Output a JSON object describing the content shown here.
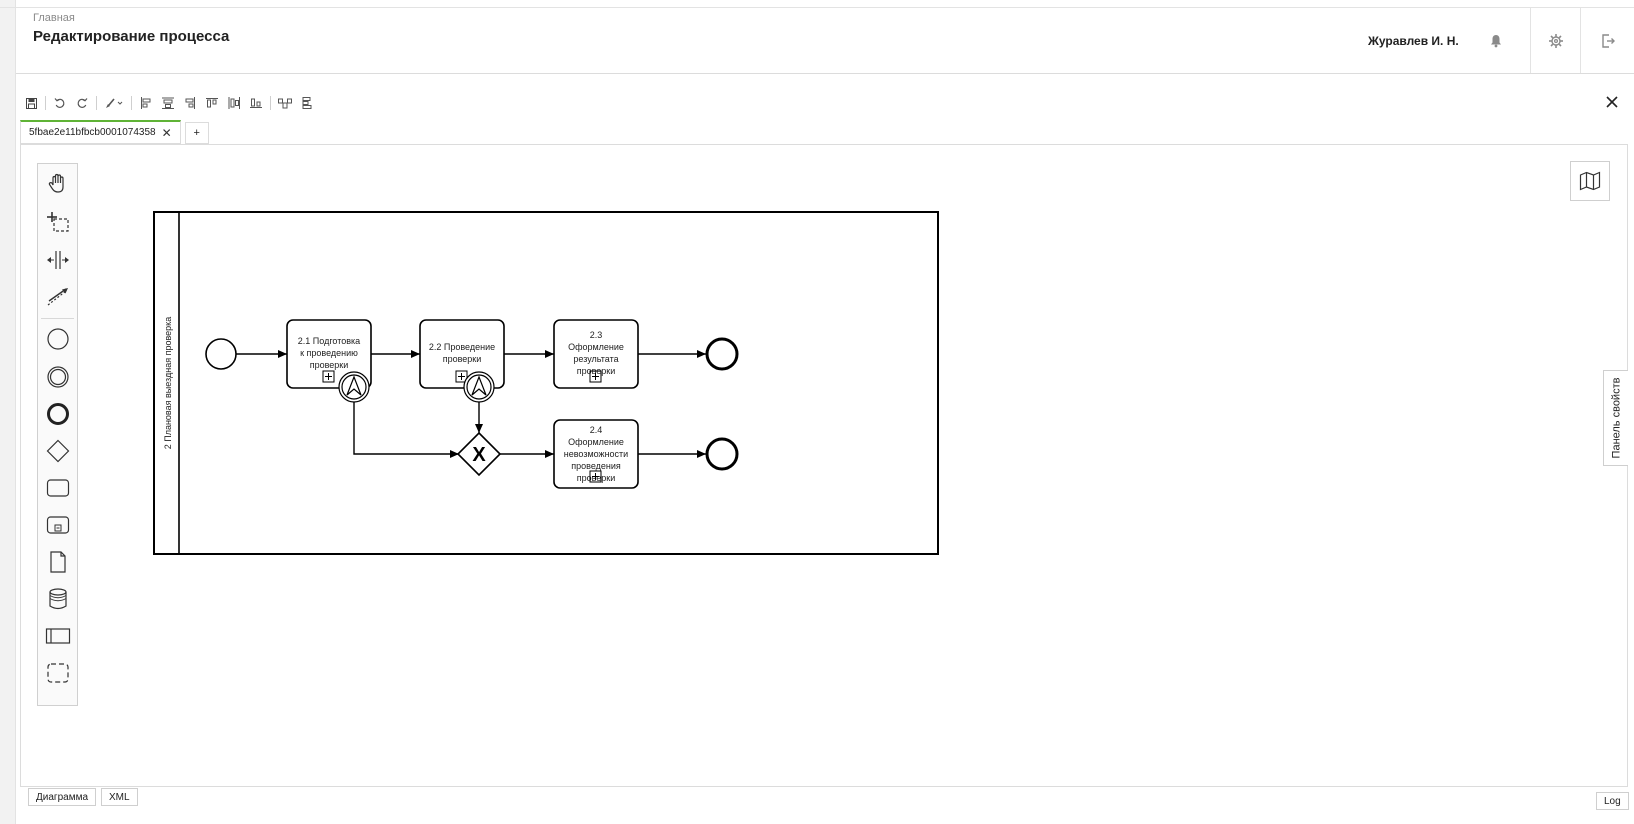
{
  "header": {
    "breadcrumb": "Главная",
    "title": "Редактирование процесса",
    "user_name": "Журавлев И. Н."
  },
  "toolbar": {
    "buttons": [
      "save-icon",
      "undo-icon",
      "redo-icon",
      "brush-icon",
      "align-left-icon",
      "align-center-icon",
      "align-right-icon",
      "align-top-icon",
      "align-middle-icon",
      "align-bottom-icon",
      "distribute-horizontal-icon",
      "distribute-vertical-icon"
    ]
  },
  "tabs": [
    {
      "label": "5fbae2e11bfbcb0001074358"
    }
  ],
  "tab_add_label": "+",
  "palette": {
    "tools": [
      "hand-tool-icon",
      "lasso-tool-icon",
      "space-tool-icon",
      "connect-tool-icon",
      "start-event-icon",
      "intermediate-event-icon",
      "end-event-icon",
      "gateway-icon",
      "task-icon",
      "subprocess-icon",
      "data-object-icon",
      "data-store-icon",
      "pool-icon",
      "group-icon"
    ]
  },
  "diagram": {
    "pool_label": "2 Плановая выездная проверка",
    "tasks": [
      {
        "lines": [
          "2.1 Подготовка",
          "к проведению",
          "проверки"
        ]
      },
      {
        "lines": [
          "2.2 Проведение",
          "проверки"
        ]
      },
      {
        "lines": [
          "2.3",
          "Оформление",
          "результата",
          "проверки"
        ]
      },
      {
        "lines": [
          "2.4",
          "Оформление",
          "невозможности",
          "проведения",
          "проверки"
        ]
      }
    ],
    "gateway_symbol": "X"
  },
  "properties_panel_label": "Панель свойств",
  "bottom_tabs": [
    "Диаграмма",
    "XML"
  ],
  "log_label": "Log"
}
